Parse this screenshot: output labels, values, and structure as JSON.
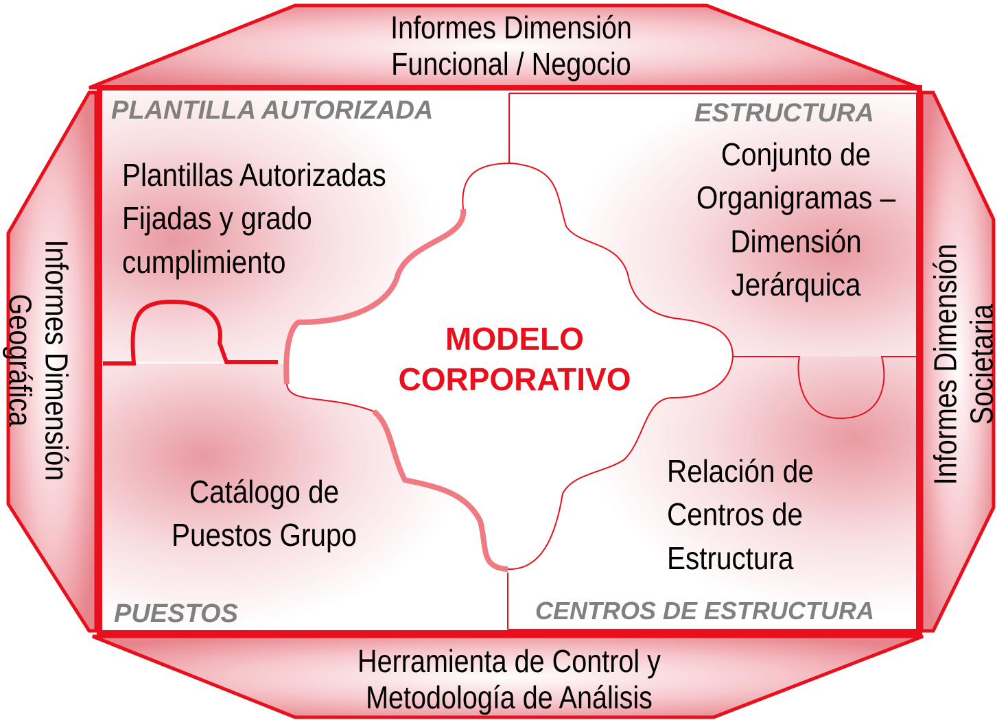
{
  "colors": {
    "accent": "#e8101c",
    "light_accent": "#f07a82",
    "section_gray": "#808080"
  },
  "frame": {
    "top": [
      "Informes Dimensión",
      "Funcional / Negocio"
    ],
    "bottom": [
      "Herramienta de Control y",
      "Metodología de Análisis"
    ],
    "left": [
      "Informes Dimensión",
      "Geográfica"
    ],
    "right": [
      "Informes Dimensión",
      "Societaria"
    ]
  },
  "sections": {
    "top_left": "PLANTILLA AUTORIZADA",
    "top_right": "ESTRUCTURA",
    "bottom_left": "PUESTOS",
    "bottom_right": "CENTROS DE ESTRUCTURA"
  },
  "quadrants": {
    "top_left": [
      "Plantillas Autorizadas",
      "Fijadas y grado",
      "cumplimiento"
    ],
    "top_right": [
      "Conjunto de",
      "Organigramas –",
      "Dimensión",
      "Jerárquica"
    ],
    "bottom_left": [
      "Catálogo de",
      "Puestos Grupo"
    ],
    "bottom_right": [
      "Relación de",
      "Centros de",
      "Estructura"
    ]
  },
  "center": [
    "MODELO",
    "CORPORATIVO"
  ]
}
